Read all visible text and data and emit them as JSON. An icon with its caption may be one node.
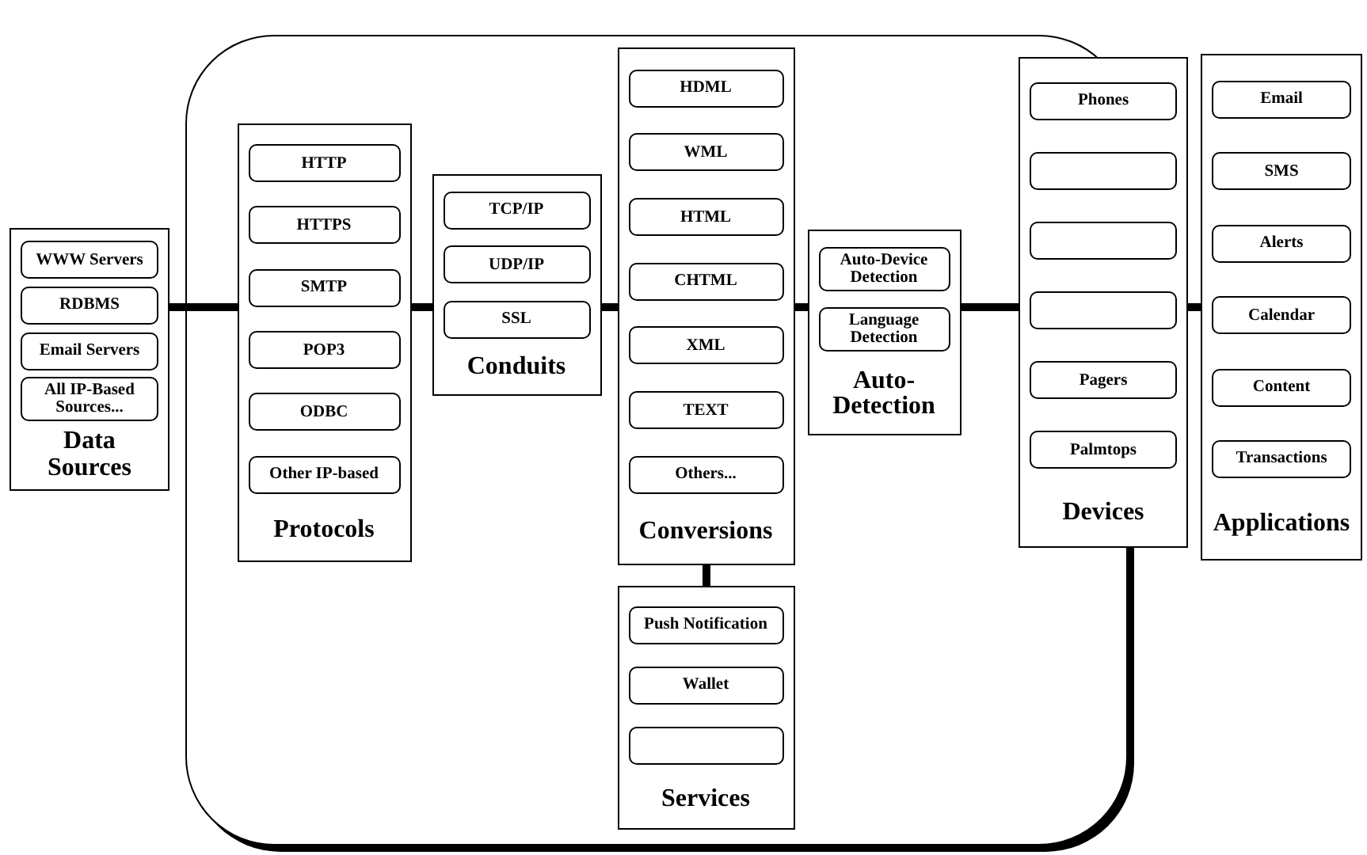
{
  "diagram": {
    "nodes": [
      {
        "text": [
          "Data Sources"
        ]
      },
      {
        "text": [
          "WWW Servers"
        ],
        "in": 0
      },
      {
        "text": [
          "RDBMS"
        ],
        "in": 0
      },
      {
        "text": [
          "Email Servers"
        ],
        "in": 0
      },
      {
        "text": [
          "All IP-Based Sources..."
        ],
        "in": 0
      },
      {
        "text": [],
        "shape": "box"
      },
      {
        "text": [
          "Protocols"
        ],
        "in": 5
      },
      {
        "text": [
          "HTTP"
        ],
        "in": 6
      },
      {
        "text": [
          "HTTPS"
        ],
        "in": 6
      },
      {
        "text": [
          "SMTP"
        ],
        "in": 6
      },
      {
        "text": [
          "POP3"
        ],
        "in": 6
      },
      {
        "text": [
          "ODBC"
        ],
        "in": 6
      },
      {
        "text": [
          "Other IP-based"
        ],
        "in": 6
      },
      {
        "text": [
          "Conduits"
        ],
        "in": 5
      },
      {
        "text": [
          "TCP/IP"
        ],
        "in": 13
      },
      {
        "text": [
          "UDP/IP"
        ],
        "in": 13
      },
      {
        "text": [
          "SSL"
        ],
        "in": 13
      },
      {
        "text": [
          "Conversions"
        ],
        "in": 5
      },
      {
        "text": [
          "HDML"
        ],
        "in": 17
      },
      {
        "text": [
          "WML"
        ],
        "in": 17
      },
      {
        "text": [
          "HTML"
        ],
        "in": 17
      },
      {
        "text": [
          "CHTML"
        ],
        "in": 17
      },
      {
        "text": [
          "XML"
        ],
        "in": 17
      },
      {
        "text": [
          "TEXT"
        ],
        "in": 17
      },
      {
        "text": [
          "Others..."
        ],
        "in": 17
      },
      {
        "text": [
          "Services"
        ],
        "in": 5
      },
      {
        "text": [
          "Push Notification"
        ],
        "in": 25
      },
      {
        "text": [
          "Wallet"
        ],
        "in": 25
      },
      {
        "text": [],
        "shape": "box",
        "in": 25
      },
      {
        "text": [
          "Auto-Detection"
        ],
        "in": 5
      },
      {
        "text": [
          "Auto-Device Detection"
        ],
        "in": 29
      },
      {
        "text": [
          "Language Detection"
        ],
        "in": 29
      },
      {
        "text": [
          "Devices"
        ]
      },
      {
        "text": [
          "Phones"
        ],
        "in": 32
      },
      {
        "text": [],
        "shape": "box",
        "in": 32
      },
      {
        "text": [],
        "shape": "box",
        "in": 32
      },
      {
        "text": [],
        "shape": "box",
        "in": 32
      },
      {
        "text": [
          "Pagers"
        ],
        "in": 32
      },
      {
        "text": [
          "Palmtops"
        ],
        "in": 32
      },
      {
        "text": [
          "Applications"
        ]
      },
      {
        "text": [
          "Email"
        ],
        "in": 39
      },
      {
        "text": [
          "SMS"
        ],
        "in": 39
      },
      {
        "text": [
          "Alerts"
        ],
        "in": 39
      },
      {
        "text": [
          "Calendar"
        ],
        "in": 39
      },
      {
        "text": [
          "Content"
        ],
        "in": 39
      },
      {
        "text": [
          "Transactions"
        ],
        "in": 39
      }
    ],
    "edges": [
      {
        "from": 0,
        "to": 6,
        "arrow": "none"
      },
      {
        "from": 6,
        "to": 13,
        "arrow": "none"
      },
      {
        "from": 13,
        "to": 17,
        "arrow": "none"
      },
      {
        "from": 17,
        "to": 29,
        "arrow": "none"
      },
      {
        "from": 29,
        "to": 32,
        "arrow": "none"
      },
      {
        "from": 32,
        "to": 39,
        "arrow": "none"
      },
      {
        "from": 17,
        "to": 25,
        "arrow": "none"
      }
    ]
  }
}
